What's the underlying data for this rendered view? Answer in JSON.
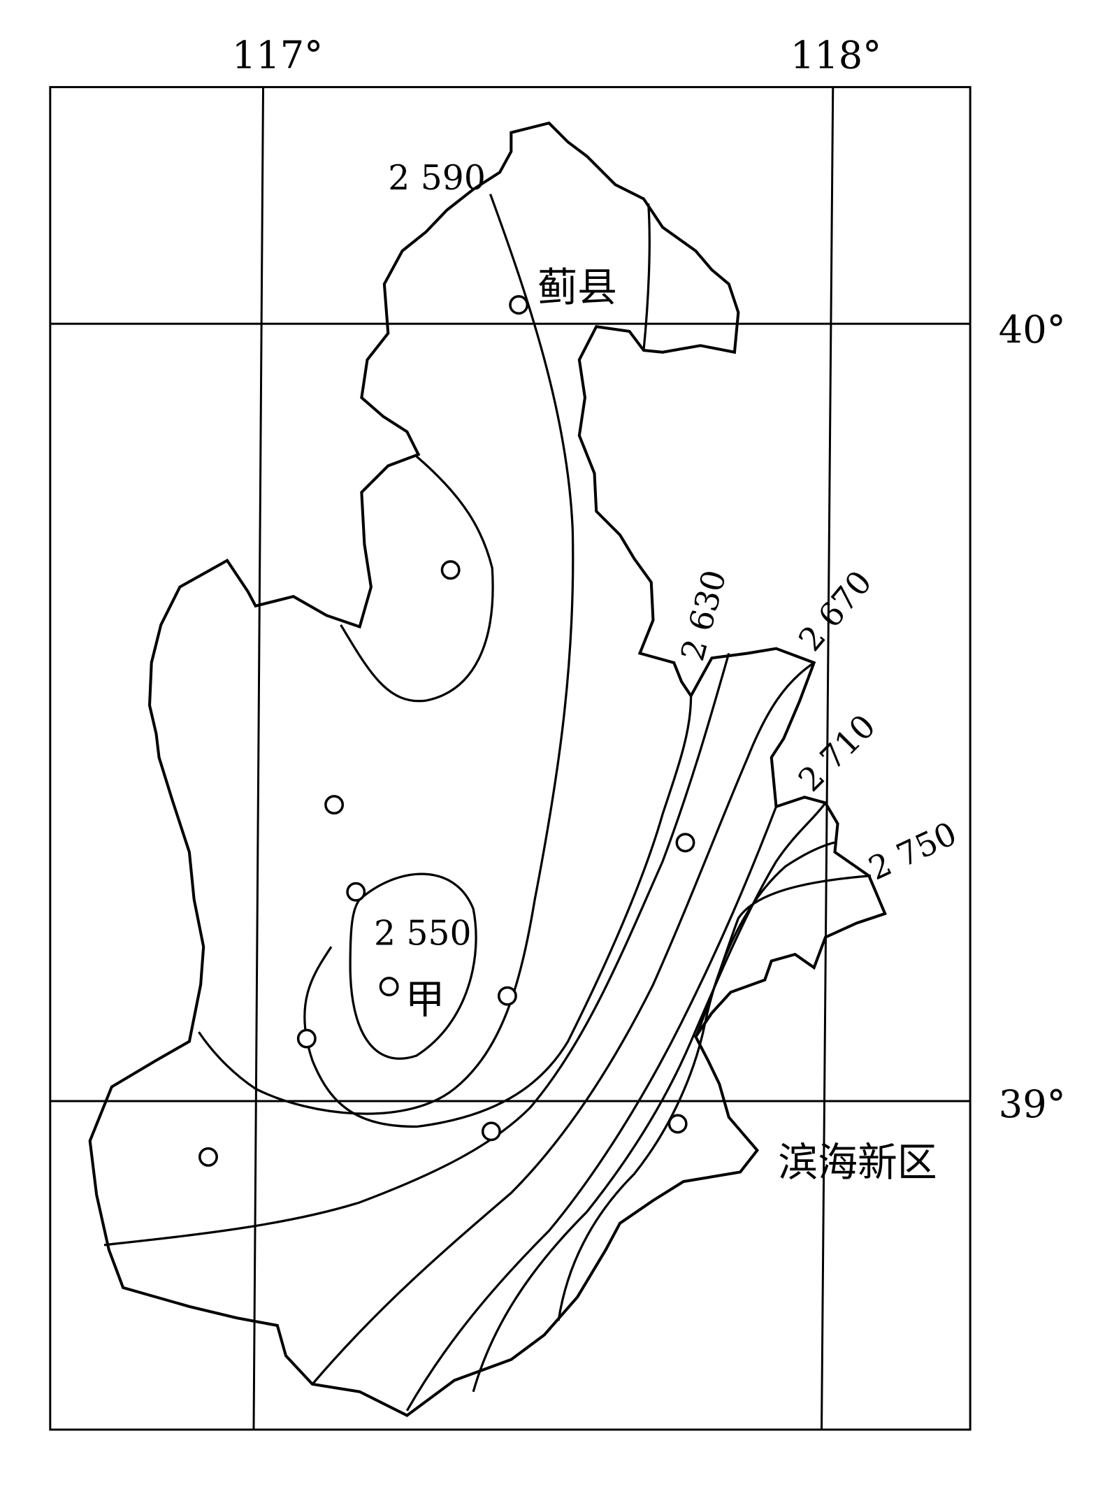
{
  "map": {
    "longitude_labels": [
      "117°",
      "118°"
    ],
    "latitude_labels": [
      "40°",
      "39°"
    ],
    "isolines": {
      "v2590": "2 590",
      "v2630": "2 630",
      "v2670": "2 670",
      "v2710": "2 710",
      "v2750": "2 750",
      "v2550": "2 550"
    },
    "places": {
      "jixian": "蓟县",
      "jia": "甲",
      "binhai": "滨海新区"
    }
  }
}
